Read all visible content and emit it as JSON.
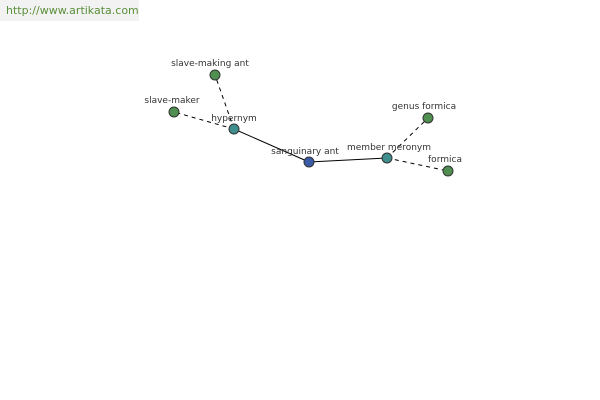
{
  "watermark": {
    "text": "http://www.artikata.com"
  },
  "graph": {
    "colors": {
      "edge": "#000000",
      "node_stroke": "#333333",
      "center_node": "#3b5ba8",
      "relation_node": "#3f8f8f",
      "term_node": "#4f8f4f",
      "watermark_text": "#5a8f3a",
      "watermark_bg": "#f2f2f2"
    },
    "nodes": [
      {
        "id": "sanguinary-ant",
        "label": "sanguinary ant",
        "kind": "center"
      },
      {
        "id": "hypernym",
        "label": "hypernym",
        "kind": "relation"
      },
      {
        "id": "member-meronym",
        "label": "member meronym",
        "kind": "relation"
      },
      {
        "id": "slave-making-ant",
        "label": "slave-making ant",
        "kind": "term"
      },
      {
        "id": "slave-maker",
        "label": "slave-maker",
        "kind": "term"
      },
      {
        "id": "genus-formica",
        "label": "genus formica",
        "kind": "term"
      },
      {
        "id": "formica",
        "label": "formica",
        "kind": "term"
      }
    ],
    "edges": [
      {
        "from": "sanguinary-ant",
        "to": "hypernym",
        "style": "solid"
      },
      {
        "from": "sanguinary-ant",
        "to": "member-meronym",
        "style": "solid"
      },
      {
        "from": "hypernym",
        "to": "slave-making-ant",
        "style": "dashed"
      },
      {
        "from": "hypernym",
        "to": "slave-maker",
        "style": "dashed"
      },
      {
        "from": "member-meronym",
        "to": "genus-formica",
        "style": "dashed"
      },
      {
        "from": "member-meronym",
        "to": "formica",
        "style": "dashed"
      }
    ]
  }
}
